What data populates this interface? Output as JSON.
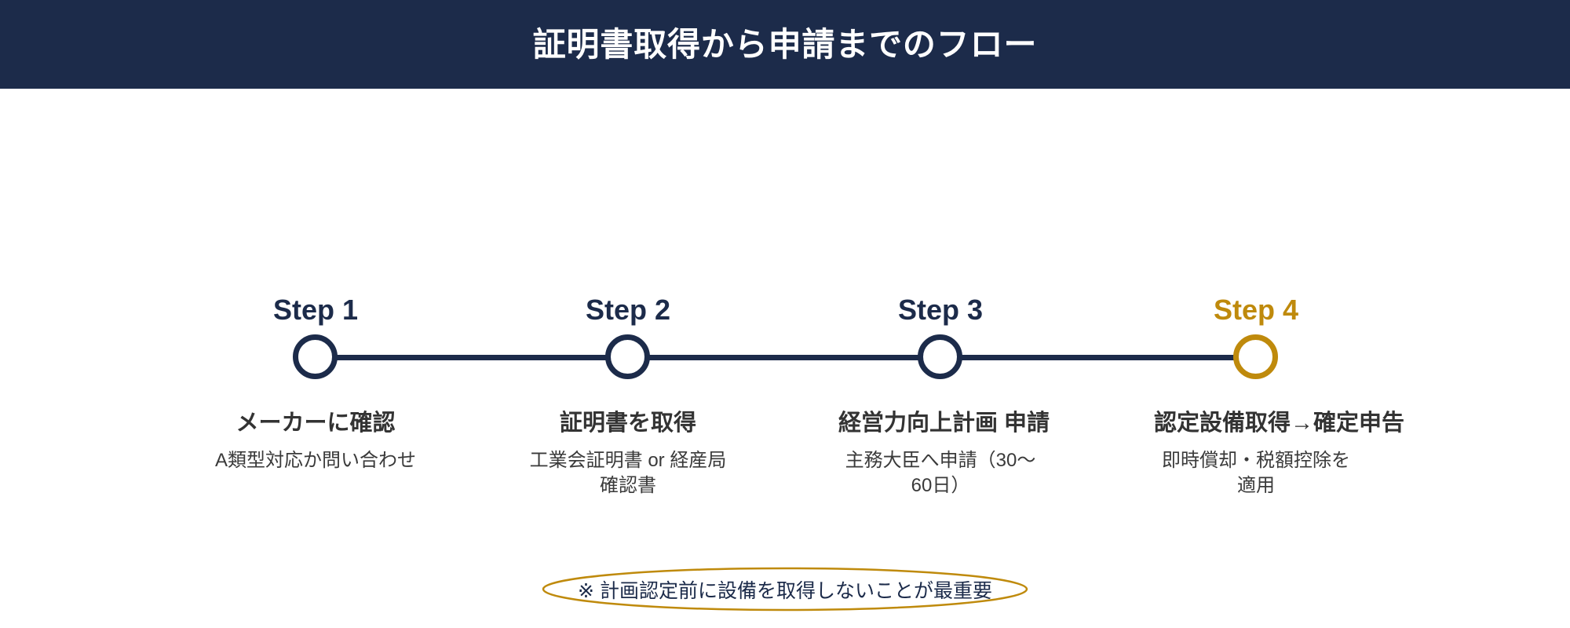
{
  "header": {
    "title": "証明書取得から申請までのフロー",
    "bg_color": "#1c2b4a",
    "text_color": "#ffffff"
  },
  "theme": {
    "navy": "#1c2b4a",
    "gold": "#bf8a0c",
    "title_text": "#333333",
    "desc_text": "#3a3a3a",
    "background": "#ffffff"
  },
  "flow": {
    "steps": [
      {
        "label": "Step 1",
        "title": "メーカーに確認",
        "desc": "A類型対応か問い合わせ",
        "accent": false
      },
      {
        "label": "Step 2",
        "title": "証明書を取得",
        "desc": "工業会証明書 or 経産局確認書",
        "accent": false
      },
      {
        "label": "Step 3",
        "title": "経営力向上計画 申請",
        "desc": "主務大臣へ申請（30〜60日）",
        "accent": false
      },
      {
        "label": "Step 4",
        "title": "認定設備取得→確定申告",
        "desc": "即時償却・税額控除を適用",
        "accent": true
      }
    ]
  },
  "footer": {
    "note": "※ 計画認定前に設備を取得しないことが最重要",
    "note_color": "#1c2b4a",
    "ellipse_color": "#bf8a0c"
  }
}
